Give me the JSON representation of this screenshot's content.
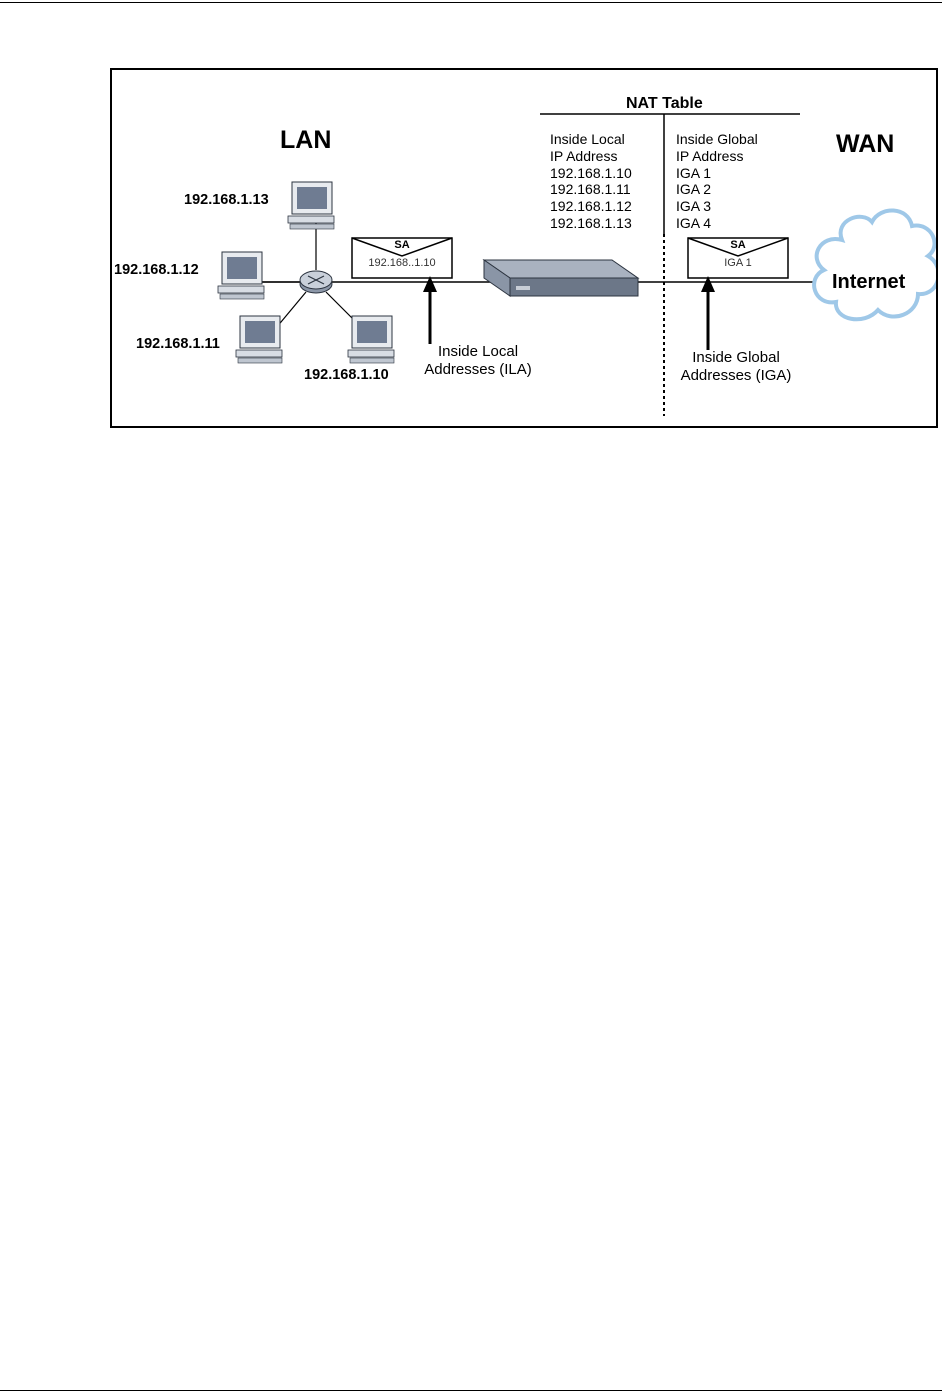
{
  "diagram": {
    "lan_label": "LAN",
    "wan_label": "WAN",
    "nat_table": {
      "title": "NAT Table",
      "local_header": [
        "Inside Local",
        "IP Address"
      ],
      "global_header": [
        "Inside Global",
        "IP Address"
      ],
      "rows": [
        {
          "local": "192.168.1.10",
          "global": "IGA 1"
        },
        {
          "local": "192.168.1.11",
          "global": "IGA 2"
        },
        {
          "local": "192.168.1.12",
          "global": "IGA 3"
        },
        {
          "local": "192.168.1.13",
          "global": "IGA 4"
        }
      ]
    },
    "hosts": [
      "192.168.1.13",
      "192.168.1.12",
      "192.168.1.11",
      "192.168.1.10"
    ],
    "lan_packet": {
      "sa": "SA",
      "address": "192.168..1.10"
    },
    "wan_packet": {
      "sa": "SA",
      "address": "IGA 1"
    },
    "cloud_label": "Internet",
    "ila_caption": [
      "Inside Local",
      "Addresses (ILA)"
    ],
    "iga_caption": [
      "Inside Global",
      "Addresses (IGA)"
    ],
    "colors": {
      "cloud_fill": "#ffffff",
      "cloud_stroke": "#9fc8e8",
      "device_top": "#a9b2c0",
      "device_front": "#6c7788",
      "monitor_screen": "#6f7c92"
    }
  }
}
